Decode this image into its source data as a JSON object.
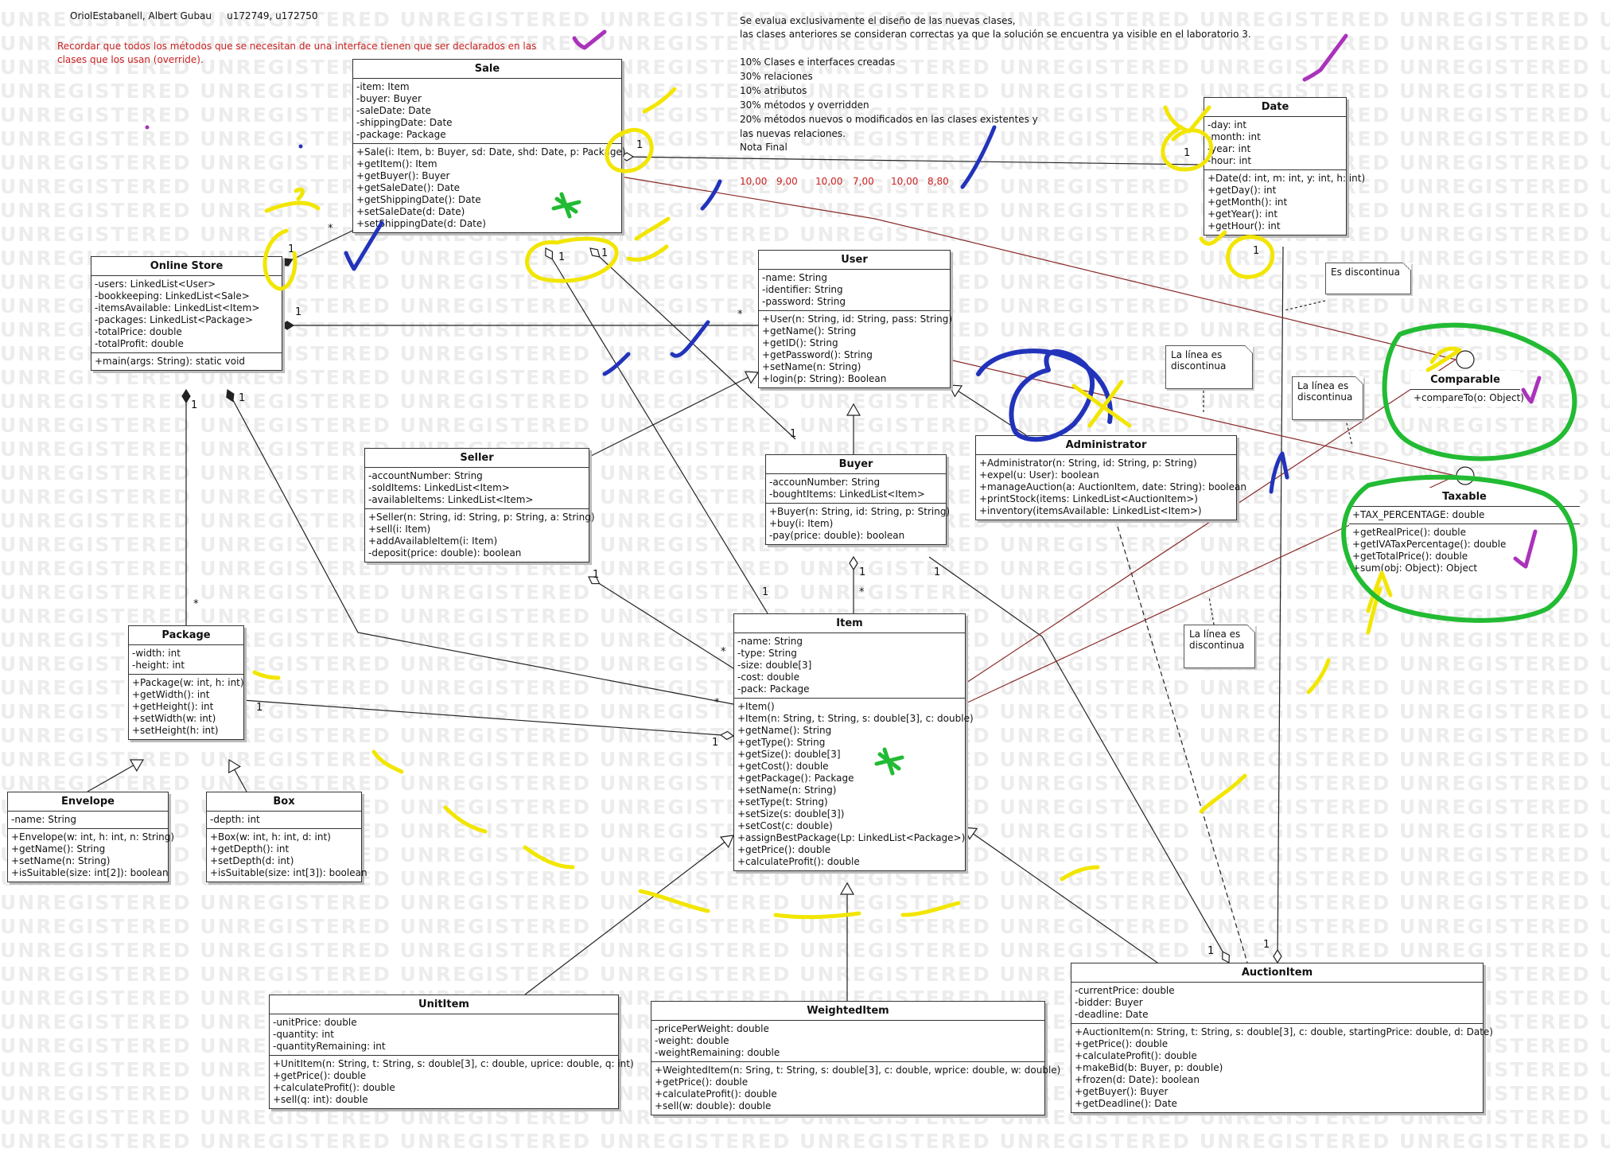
{
  "header": {
    "authors": "OriolEstabanell, Albert Gubau",
    "ids": "u172749, u172750",
    "note_line1": "Recordar que todos los métodos que se necesitan de una interface tienen que ser declarados en las",
    "note_line2": "clases que los usan (override)."
  },
  "evaluation": {
    "lines": [
      "Se evalua exclusivamente el diseño de las nuevas clases,",
      "las clases anteriores se consideran correctas ya que la solución se encuentra ya visible en el laboratorio 3.",
      "",
      "10% Clases e interfaces creadas",
      "30% relaciones",
      "10% atributos",
      "30% métodos y overridden",
      "20% métodos nuevos o modificados en las clases existentes y",
      "las nuevas relaciones.",
      "Nota Final"
    ],
    "grades": [
      "10,00",
      "9,00",
      "10,00",
      "7,00",
      "10,00",
      "8,80"
    ]
  },
  "watermark": "UNREGISTERED",
  "classes": {
    "sale": {
      "name": "Sale",
      "attrs": [
        "-item: Item",
        "-buyer: Buyer",
        "-saleDate: Date",
        "-shippingDate: Date",
        "-package: Package"
      ],
      "ops": [
        "+Sale(i: Item, b: Buyer, sd: Date, shd: Date, p: Package)",
        "+getItem(): Item",
        "+getBuyer(): Buyer",
        "+getSaleDate(): Date",
        "+getShippingDate(): Date",
        "+setSaleDate(d: Date)",
        "+setShippingDate(d: Date)"
      ]
    },
    "date": {
      "name": "Date",
      "attrs": [
        "-day: int",
        "-month: int",
        "-year: int",
        "-hour: int"
      ],
      "ops": [
        "+Date(d: int, m: int, y: int, h: int)",
        "+getDay(): int",
        "+getMonth(): int",
        "+getYear(): int",
        "+getHour(): int"
      ]
    },
    "online_store": {
      "name": "Online Store",
      "attrs": [
        "-users: LinkedList<User>",
        "-bookkeeping: LinkedList<Sale>",
        "-itemsAvailable: LinkedList<Item>",
        "-packages: LinkedList<Package>",
        "-totalPrice: double",
        "-totalProfit: double"
      ],
      "ops": [
        "+main(args: String): static void"
      ]
    },
    "user": {
      "name": "User",
      "attrs": [
        "-name: String",
        "-identifier: String",
        "-password: String"
      ],
      "ops": [
        "+User(n: String, id: String, pass: String)",
        "+getName(): String",
        "+getID(): String",
        "+getPassword(): String",
        "+setName(n: String)",
        "+login(p: String): Boolean"
      ]
    },
    "comparable": {
      "name": "Comparable",
      "ops": [
        "+compareTo(o: Object)"
      ]
    },
    "seller": {
      "name": "Seller",
      "attrs": [
        "-accountNumber: String",
        "-soldItems: LinkedList<Item>",
        "-availableItems: LinkedList<Item>"
      ],
      "ops": [
        "+Seller(n: String, id: String, p: String, a: String)",
        "+sell(i: Item)",
        "+addAvailableItem(i: Item)",
        "-deposit(price: double): boolean"
      ]
    },
    "buyer": {
      "name": "Buyer",
      "attrs": [
        "-accounNumber: String",
        "-boughtItems: LinkedList<Item>"
      ],
      "ops": [
        "+Buyer(n: String, id: String, p: String)",
        "+buy(i: Item)",
        "-pay(price: double): boolean"
      ]
    },
    "administrator": {
      "name": "Administrator",
      "ops": [
        "+Administrator(n: String, id: String, p: String)",
        "+expel(u: User): boolean",
        "+manageAuction(a: AuctionItem, date: String): boolean",
        "+printStock(items: LinkedList<AuctionItem>)",
        "+inventory(itemsAvailable: LinkedList<Item>)"
      ]
    },
    "taxable": {
      "name": "Taxable",
      "attrs": [
        "+TAX_PERCENTAGE: double"
      ],
      "ops": [
        "+getRealPrice(): double",
        "+getIVATaxPercentage(): double",
        "+getTotalPrice(): double",
        "+sum(obj: Object): Object"
      ]
    },
    "package": {
      "name": "Package",
      "attrs": [
        "-width: int",
        "-height: int"
      ],
      "ops": [
        "+Package(w: int, h: int)",
        "+getWidth(): int",
        "+getHeight(): int",
        "+setWidth(w: int)",
        "+setHeight(h: int)"
      ]
    },
    "item": {
      "name": "Item",
      "attrs": [
        "-name: String",
        "-type: String",
        "-size: double[3]",
        "-cost: double",
        "-pack: Package"
      ],
      "ops": [
        "+Item()",
        "+Item(n: String, t: String, s: double[3], c: double)",
        "+getName(): String",
        "+getType(): String",
        "+getSize(): double[3]",
        "+getCost(): double",
        "+getPackage(): Package",
        "+setName(n: String)",
        "+setType(t: String)",
        "+setSize(s: double[3])",
        "+setCost(c: double)",
        "+assignBestPackage(Lp: LinkedList<Package>)",
        "+getPrice(): double",
        "+calculateProfit(): double"
      ]
    },
    "envelope": {
      "name": "Envelope",
      "attrs": [
        "-name: String"
      ],
      "ops": [
        "+Envelope(w: int, h: int, n: String)",
        "+getName(): String",
        "+setName(n: String)",
        "+isSuitable(size: int[2]): boolean"
      ]
    },
    "box": {
      "name": "Box",
      "attrs": [
        "-depth: int"
      ],
      "ops": [
        "+Box(w: int, h: int, d: int)",
        "+getDepth(): int",
        "+setDepth(d: int)",
        "+isSuitable(size: int[3]): boolean"
      ]
    },
    "unit_item": {
      "name": "UnitItem",
      "attrs": [
        "-unitPrice: double",
        "-quantity: int",
        "-quantityRemaining: int"
      ],
      "ops": [
        "+UnitItem(n: String, t: String, s: double[3], c: double, uprice: double, q: int)",
        "+getPrice(): double",
        "+calculateProfit(): double",
        "+sell(q: int): double"
      ]
    },
    "weighted_item": {
      "name": "WeightedItem",
      "attrs": [
        "-pricePerWeight: double",
        "-weight: double",
        "-weightRemaining: double"
      ],
      "ops": [
        "+WeightedItem(n: Sring, t: String, s: double[3], c: double, wprice: double, w: double)",
        "+getPrice(): double",
        "+calculateProfit(): double",
        "+sell(w: double): double"
      ]
    },
    "auction_item": {
      "name": "AuctionItem",
      "attrs": [
        "-currentPrice: double",
        "-bidder: Buyer",
        "-deadline: Date"
      ],
      "ops": [
        "+AuctionItem(n: String, t: String, s: double[3], c: double, startingPrice: double, d: Date)",
        "+getPrice(): double",
        "+calculateProfit(): double",
        "+makeBid(b: Buyer, p: double)",
        "+frozen(d: Date): boolean",
        "+getBuyer(): Buyer",
        "+getDeadline(): Date"
      ]
    }
  },
  "notes": {
    "discontinua1": "Es discontinua",
    "discontinua2_l1": "La línea es",
    "discontinua2_l2": "discontinua",
    "discontinua3_l1": "La línea es",
    "discontinua3_l2": "discontinua",
    "discontinua4_l1": "La línea es",
    "discontinua4_l2": "discontinua"
  },
  "multiplicities": {
    "one": "1",
    "many": "*"
  },
  "colors": {
    "yellow_marks": "#f2e600",
    "blue_marks": "#2233bb",
    "green_marks": "#22bb33",
    "purple_marks": "#aa33bb",
    "realization_line": "#8a2a2a",
    "note_red": "#cc2222"
  }
}
